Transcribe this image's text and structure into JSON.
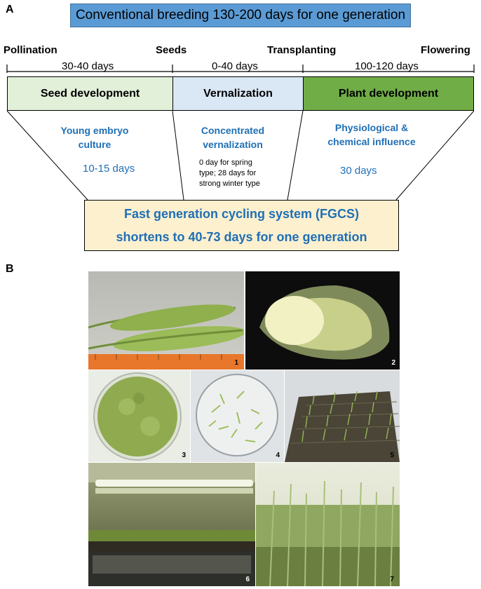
{
  "panel_a": {
    "letter": "A",
    "title": "Conventional breeding 130-200 days for one generation",
    "stages": [
      "Pollination",
      "Seeds",
      "Transplanting",
      "Flowering"
    ],
    "durations": [
      "30-40 days",
      "0-40 days",
      "100-120 days"
    ],
    "phases": [
      {
        "label": "Seed development",
        "color": "#e2efd9"
      },
      {
        "label": "Vernalization",
        "color": "#dae8f5"
      },
      {
        "label": "Plant development",
        "color": "#70ad47"
      }
    ],
    "methods": [
      {
        "name_line1": "Young embryo",
        "name_line2": "culture",
        "days": "10-15 days"
      },
      {
        "name_line1": "Concentrated",
        "name_line2": "vernalization",
        "note_line1": "0 day for spring",
        "note_line2": "type; 28 days for",
        "note_line3": "strong winter type"
      },
      {
        "name_line1": "Physiological &",
        "name_line2": "chemical influence",
        "days": "30 days"
      }
    ],
    "fgcs_line1": "Fast generation cycling system (FGCS)",
    "fgcs_line2": "shortens to 40-73 days for one generation",
    "title_color": "#5b9bd5",
    "text_color": "#1f6fb5",
    "fgcs_fill": "#fdf0cf"
  },
  "panel_b": {
    "letter": "B",
    "photo_labels": [
      "1",
      "2",
      "3",
      "4",
      "5",
      "6",
      "7"
    ]
  }
}
